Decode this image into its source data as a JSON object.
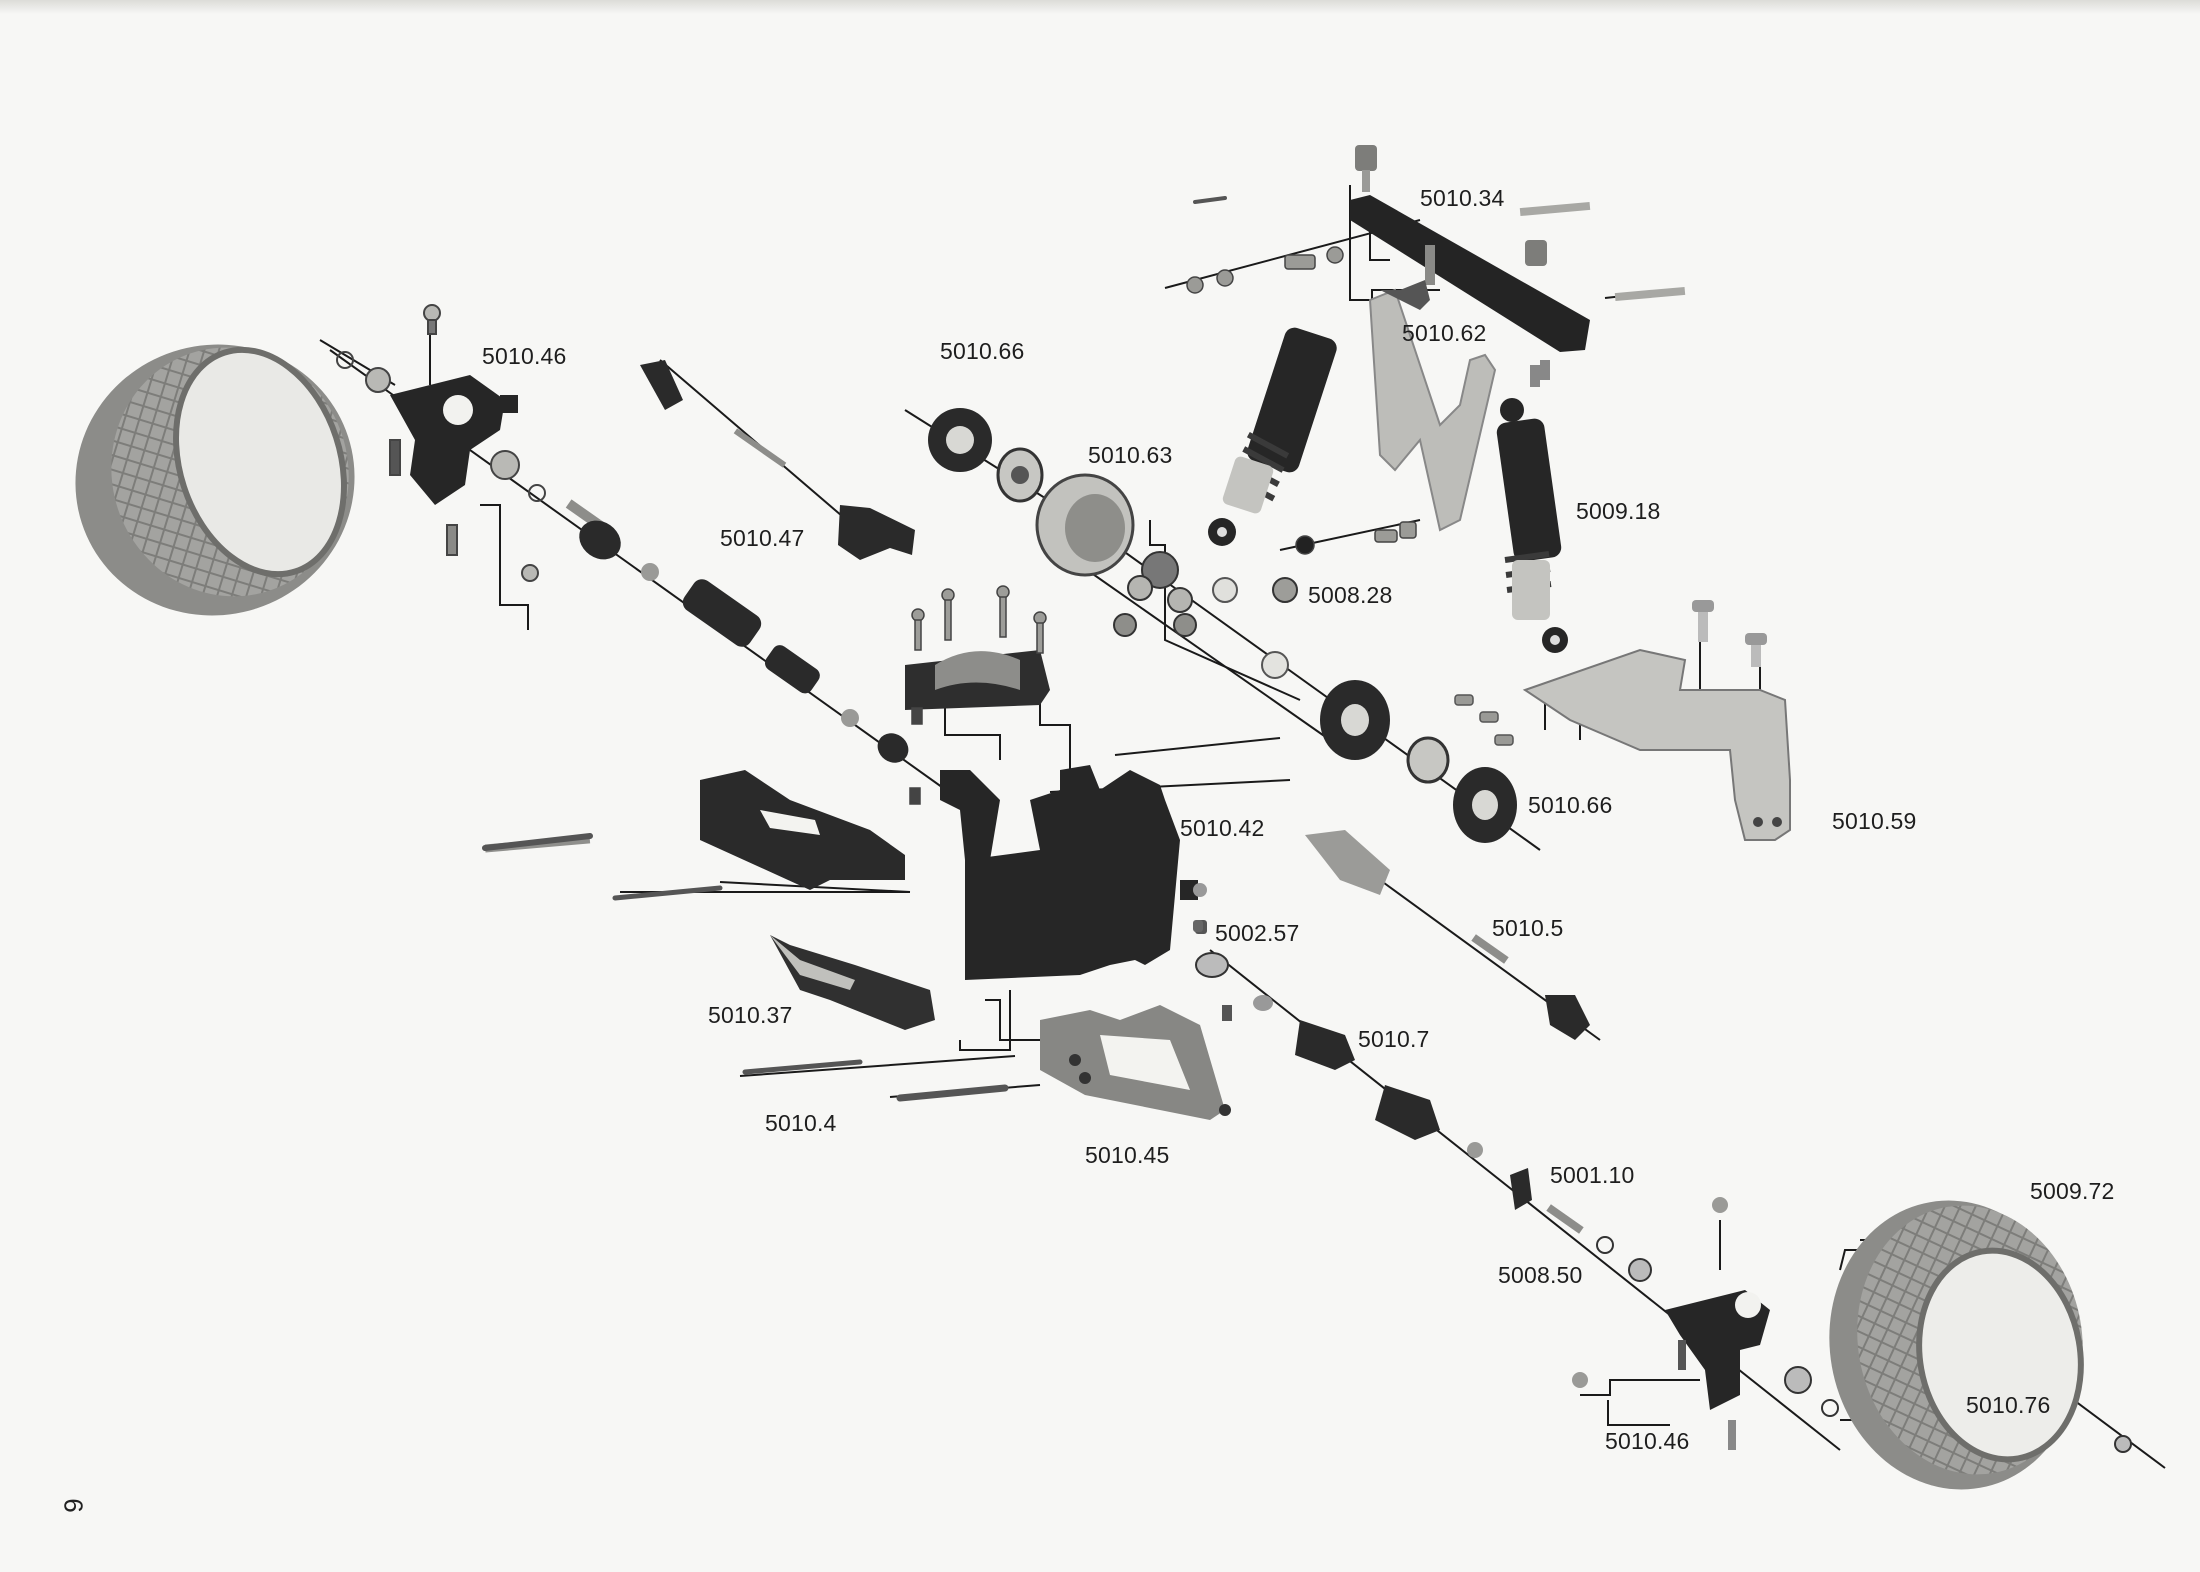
{
  "page_number": "6",
  "labels": {
    "l01": "5010.34",
    "l02": "5010.62",
    "l03": "5010.46",
    "l04": "5010.66",
    "l05": "5010.63",
    "l06": "5009.18",
    "l07": "5010.47",
    "l08": "5008.28",
    "l09": "5010.66",
    "l10": "5010.59",
    "l11": "5010.42",
    "l12": "5010.5",
    "l13": "5002.57",
    "l14": "5010.37",
    "l15": "5010.7",
    "l16": "5010.4",
    "l17": "5010.45",
    "l18": "5001.10",
    "l19": "5009.72",
    "l20": "5008.50",
    "l21": "5010.76",
    "l22": "5010.46"
  },
  "colors": {
    "line": "#1a1a1a",
    "part_dark": "#2b2b2b",
    "part_mid": "#6e6e6e",
    "part_light": "#b8b8b4",
    "tire": "#a9a9a6",
    "tire_dark": "#7a7a77",
    "metal": "#c9c9c5",
    "background": "#f7f7f5"
  }
}
